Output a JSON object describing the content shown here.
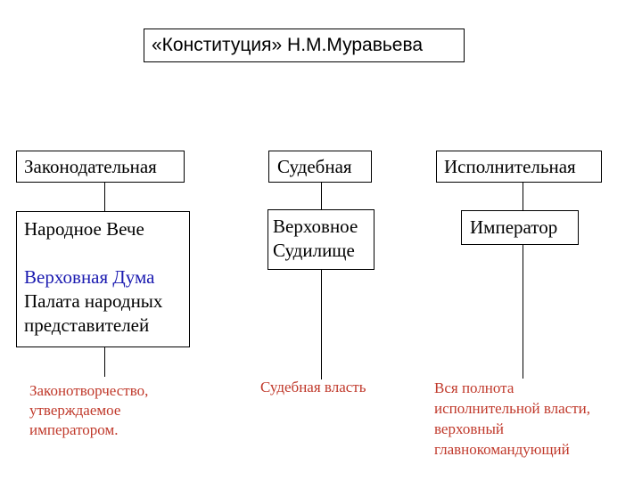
{
  "title": "«Конституция» Н.М.Муравьева",
  "branches": [
    {
      "header": "Законодательная",
      "body_lines": [
        {
          "text": "Народное Вече",
          "color": "#000000"
        },
        {
          "text": "",
          "color": "#000000"
        },
        {
          "text": "Верховная Дума",
          "color": "#1a1ab0"
        },
        {
          "text": "Палата народных",
          "color": "#000000"
        },
        {
          "text": "представителей",
          "color": "#000000"
        }
      ],
      "note_lines": [
        "Законотворчество,",
        "утверждаемое",
        "императором."
      ]
    },
    {
      "header": "Судебная",
      "body_lines": [
        {
          "text": "Верховное",
          "color": "#000000"
        },
        {
          "text": "Судилище",
          "color": "#000000"
        }
      ],
      "note_lines": [
        "Судебная власть"
      ]
    },
    {
      "header": "Исполнительная",
      "body_lines": [
        {
          "text": "Император",
          "color": "#000000"
        }
      ],
      "note_lines": [
        "Вся полнота",
        "исполнительной власти,",
        "верховный",
        "главнокомандующий"
      ]
    }
  ],
  "colors": {
    "note": "#c0392b",
    "border": "#000000",
    "highlight": "#1a1ab0"
  }
}
